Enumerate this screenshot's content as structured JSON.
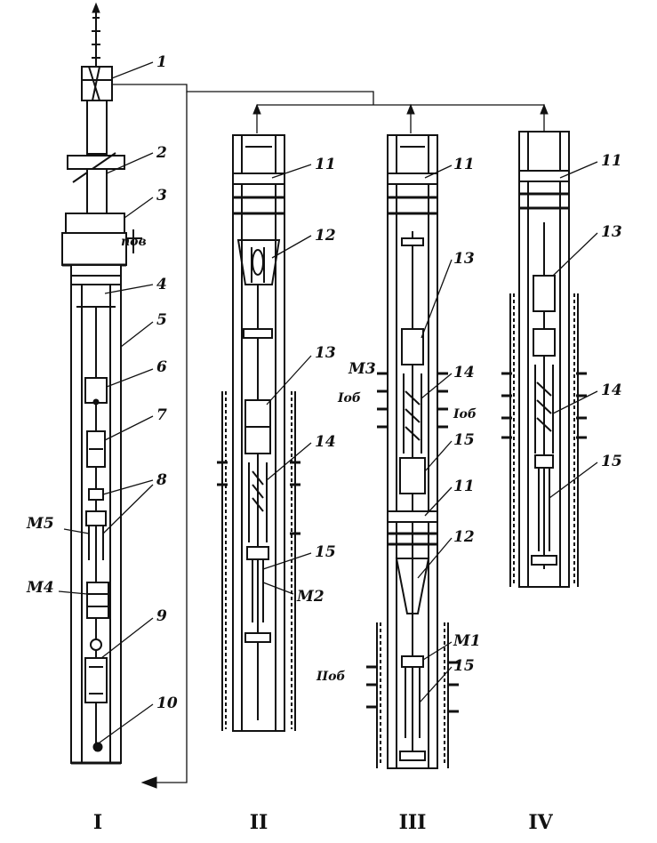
{
  "labels": {
    "n1": "1",
    "n2": "2",
    "n3": "3",
    "n4": "4",
    "n5": "5",
    "n6": "6",
    "n7": "7",
    "n8": "8",
    "n9": "9",
    "n10": "10",
    "m5": "M5",
    "m4": "M4",
    "ii_11": "11",
    "ii_12": "12",
    "ii_13": "13",
    "ii_14": "14",
    "ii_15": "15",
    "ii_m2": "M2",
    "iii_11a": "11",
    "iii_13": "13",
    "iii_m3": "M3",
    "iii_iob_left": "Iоб",
    "iii_14": "14",
    "iii_iob_right": "Iоб",
    "iii_15a": "15",
    "iii_11b": "11",
    "iii_12": "12",
    "iii_m1": "M1",
    "iii_iiob": "IIоб",
    "iii_15b": "15",
    "iv_11": "11",
    "iv_13": "13",
    "iv_14": "14",
    "iv_15": "15"
  },
  "panels": [
    "I",
    "II",
    "III",
    "IV"
  ]
}
